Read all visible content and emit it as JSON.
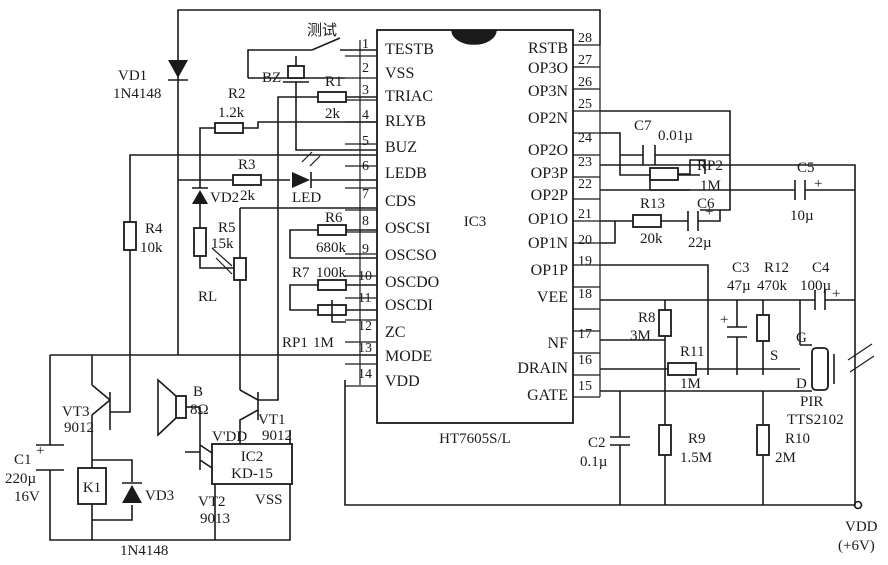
{
  "ic3": {
    "name": "IC3",
    "part": "HT7605S/L",
    "left_pins": [
      {
        "num": "1",
        "name": "TESTB"
      },
      {
        "num": "2",
        "name": "VSS"
      },
      {
        "num": "3",
        "name": "TRIAC"
      },
      {
        "num": "4",
        "name": "RLYB"
      },
      {
        "num": "5",
        "name": "BUZ"
      },
      {
        "num": "6",
        "name": "LEDB"
      },
      {
        "num": "7",
        "name": "CDS"
      },
      {
        "num": "8",
        "name": "OSCSI"
      },
      {
        "num": "9",
        "name": "OSCSO"
      },
      {
        "num": "10",
        "name": "OSCDO"
      },
      {
        "num": "11",
        "name": "OSCDI"
      },
      {
        "num": "12",
        "name": "ZC"
      },
      {
        "num": "13",
        "name": "MODE"
      },
      {
        "num": "14",
        "name": "VDD"
      }
    ],
    "right_pins": [
      {
        "num": "28",
        "name": "RSTB"
      },
      {
        "num": "27",
        "name": "OP3O"
      },
      {
        "num": "26",
        "name": "OP3N"
      },
      {
        "num": "25",
        "name": "OP2N"
      },
      {
        "num": "24",
        "name": "OP2O"
      },
      {
        "num": "23",
        "name": "OP3P"
      },
      {
        "num": "22",
        "name": "OP2P"
      },
      {
        "num": "21",
        "name": "OP1O"
      },
      {
        "num": "20",
        "name": "OP1N"
      },
      {
        "num": "19",
        "name": "OP1P"
      },
      {
        "num": "18",
        "name": "VEE"
      },
      {
        "num": "17",
        "name": "NF"
      },
      {
        "num": "16",
        "name": "DRAIN"
      },
      {
        "num": "15",
        "name": "GATE"
      }
    ]
  },
  "components": {
    "test_switch": "测试",
    "vd1_ref": "VD1",
    "vd1_part": "1N4148",
    "r2_ref": "R2",
    "r2_val": "1.2k",
    "bz": "BZ",
    "r1_ref": "R1",
    "r1_val": "2k",
    "r3_ref": "R3",
    "r3_val": "2k",
    "vd2_ref": "VD2",
    "led": "LED",
    "r4_ref": "R4",
    "r4_val": "10k",
    "r5_ref": "R5",
    "r5_val": "15k",
    "rl": "RL",
    "r6_ref": "R6",
    "r6_val": "680k",
    "r7_ref": "R7",
    "r7_val": "100k",
    "rp1_ref": "RP1",
    "rp1_val": "1M",
    "vt3_ref": "VT3",
    "vt3_part": "9012",
    "b_ref": "B",
    "b_val": "8Ω",
    "vt1_ref": "VT1",
    "vt1_part": "9012",
    "vdd_prime": "V'DD",
    "ic2_ref": "IC2",
    "ic2_part": "KD-15",
    "vss": "VSS",
    "vt2_ref": "VT2",
    "vt2_part": "9013",
    "c1_ref": "C1",
    "c1_val": "220µ",
    "c1_volt": "16V",
    "k1_ref": "K1",
    "vd3_ref": "VD3",
    "vd3_part": "1N4148",
    "c7_ref": "C7",
    "c7_val": "0.01µ",
    "rp2_ref": "RP2",
    "rp2_val": "1M",
    "c5_ref": "C5",
    "c5_val": "10µ",
    "r13_ref": "R13",
    "r13_val": "20k",
    "c6_ref": "C6",
    "c6_val": "22µ",
    "c3_ref": "C3",
    "c3_val": "47µ",
    "r12_ref": "R12",
    "r12_val": "470k",
    "c4_ref": "C4",
    "c4_val": "100µ",
    "r8_ref": "R8",
    "r8_val": "3M",
    "s_label": "S",
    "g_label": "G",
    "d_label": "D",
    "r11_ref": "R11",
    "r11_val": "1M",
    "pir_ref": "PIR",
    "pir_part": "TTS2102",
    "c2_ref": "C2",
    "c2_val": "0.1µ",
    "r9_ref": "R9",
    "r9_val": "1.5M",
    "r10_ref": "R10",
    "r10_val": "2M",
    "vdd_out": "VDD",
    "vdd_volt": "(+6V)",
    "plus": "+"
  }
}
